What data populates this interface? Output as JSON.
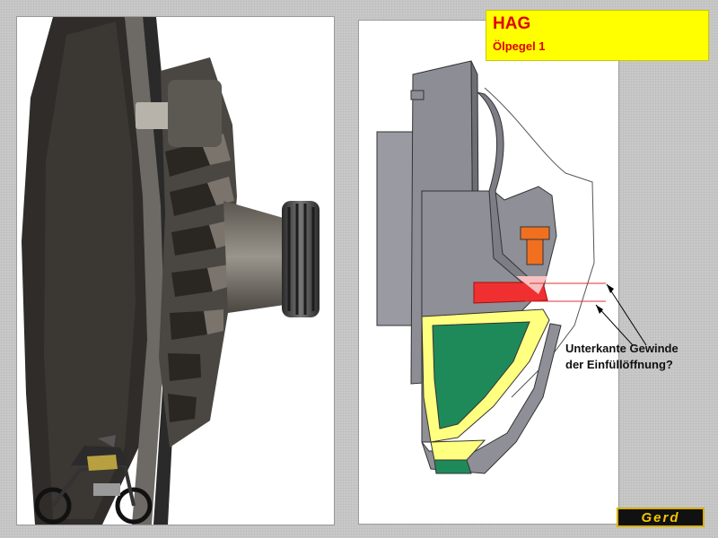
{
  "title": {
    "main": "HAG",
    "sub": "Ölpegel 1"
  },
  "annotation": {
    "line1": "Unterkante Gewinde",
    "line2": "der Einfüllöffnung?"
  },
  "logo": {
    "text": "Gerd"
  },
  "colors": {
    "title_background": "#ffff00",
    "title_text": "#e00000",
    "housing_gray": "#8f8f8f",
    "oil_yellow": "#ffff80",
    "oil_green": "#1e8a5a",
    "oil_red": "#f03030",
    "plug_orange": "#f07020"
  }
}
